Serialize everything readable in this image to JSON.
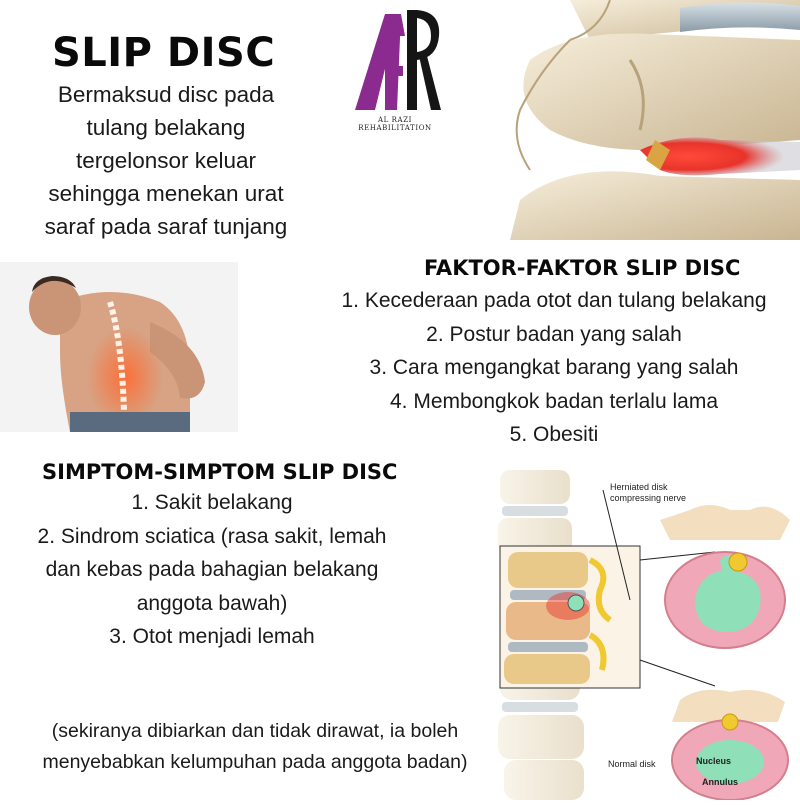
{
  "heading": {
    "title": "SLIP DISC",
    "description_lines": [
      "Bermaksud disc pada",
      "tulang belakang",
      "tergelonsor keluar",
      "sehingga menekan urat",
      "saraf pada saraf tunjang"
    ]
  },
  "logo": {
    "line1": "AL RAZI",
    "line2": "REHABILITATION",
    "color": "#8b2a8f"
  },
  "faktor": {
    "title": "FAKTOR-FAKTOR SLIP DISC",
    "items": [
      "1. Kecederaan pada otot dan tulang belakang",
      "2. Postur badan yang salah",
      "3. Cara mengangkat barang yang salah",
      "4. Membongkok badan terlalu lama",
      "5. Obesiti"
    ]
  },
  "simptom": {
    "title": "SIMPTOM-SIMPTOM SLIP DISC",
    "items": [
      "1. Sakit belakang",
      "2. Sindrom sciatica (rasa sakit, lemah",
      "dan kebas pada bahagian belakang",
      "anggota bawah)",
      "3. Otot menjadi lemah"
    ]
  },
  "note": {
    "lines": [
      "(sekiranya dibiarkan dan tidak dirawat, ia boleh",
      "menyebabkan kelumpuhan pada anggota badan)"
    ]
  },
  "diagram": {
    "label_herniated_1": "Herniated disk",
    "label_herniated_2": "compressing nerve",
    "label_normal": "Normal disk",
    "label_nucleus": "Nucleus",
    "label_annulus": "Annulus"
  },
  "colors": {
    "bone": "#e9dcc0",
    "disc": "#a8b8c4",
    "inflamed": "#e8332b",
    "nucleus": "#8fe0b8",
    "annulus": "#f0a8b8"
  }
}
